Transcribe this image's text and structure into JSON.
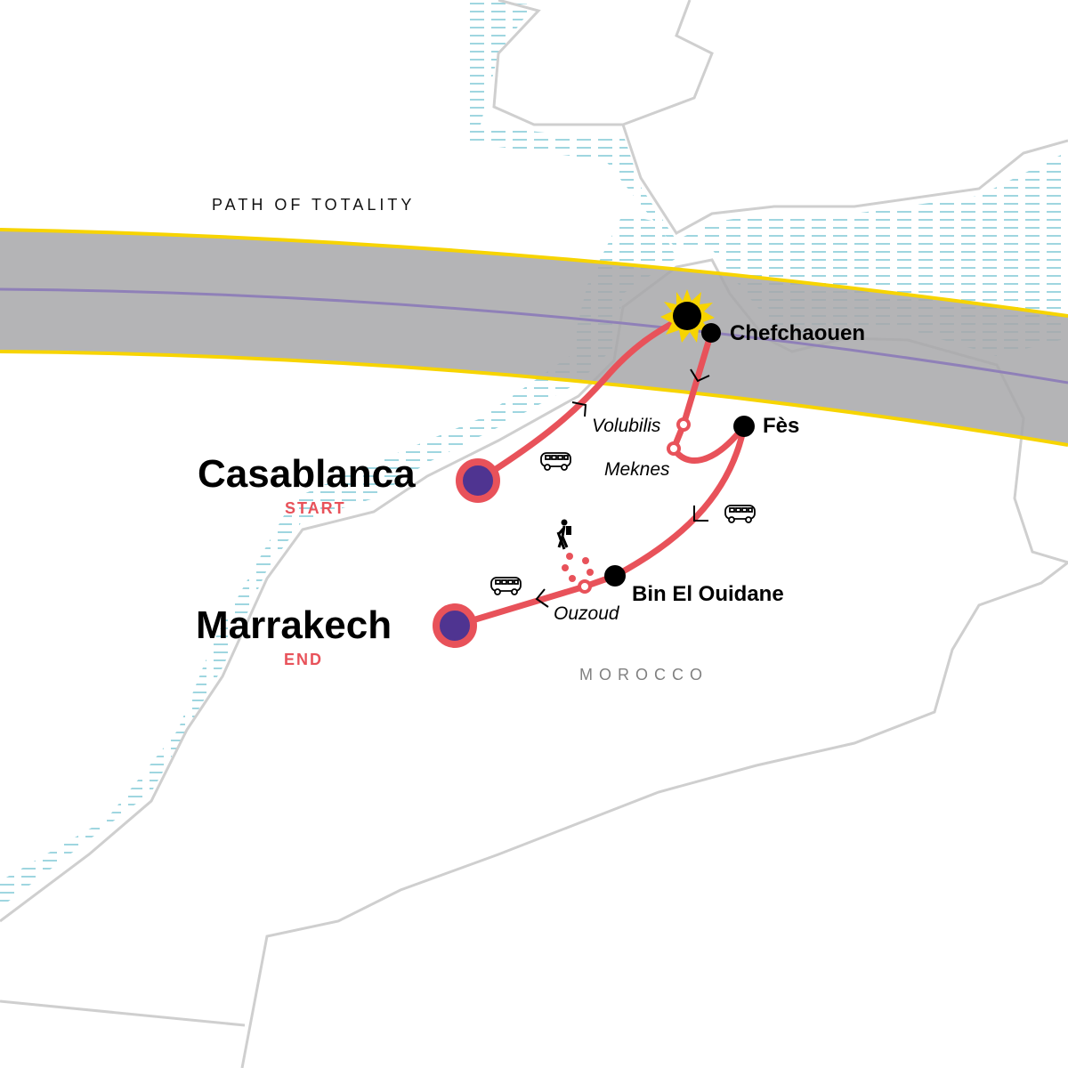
{
  "band_label": "PATH OF TOTALITY",
  "country_label": "MOROCCO",
  "colors": {
    "route": "#e8525a",
    "endpoint_fill": "#4f3491",
    "band": "#a7a7a9",
    "band_edge": "#f7d400",
    "centerline": "#8f80b8",
    "water_hatch": "#9fd6e0",
    "border": "#cfcfcf"
  },
  "start": {
    "city": "Casablanca",
    "tag": "START"
  },
  "end": {
    "city": "Marrakech",
    "tag": "END"
  },
  "cities": [
    "Chefchaouen",
    "Fès",
    "Bin El Ouidane"
  ],
  "stops": [
    "Volubilis",
    "Meknes",
    "Ouzoud"
  ],
  "icons": [
    "eclipse-icon",
    "bus-icon",
    "hiker-icon",
    "direction-arrow-icon"
  ]
}
